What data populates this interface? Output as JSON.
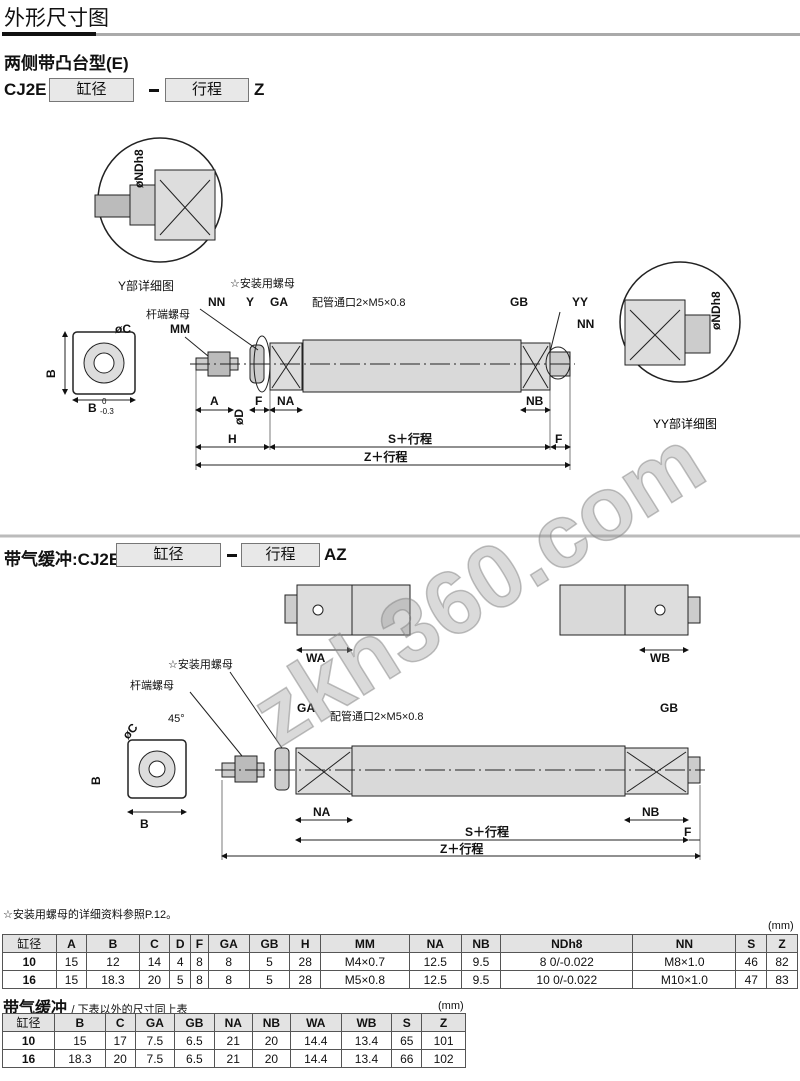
{
  "header": {
    "title": "外形尺寸图",
    "subtitle": "两侧带凸台型(E)"
  },
  "model_e": {
    "prefix": "CJ2E",
    "bore": "缸径",
    "dash": "−",
    "stroke": "行程",
    "suffix": "Z"
  },
  "drawing_e": {
    "y_detail": "Y部详细图",
    "yy_detail": "YY部详细图",
    "ndh8": "øNDh8",
    "mount_nut": "☆安装用螺母",
    "rod_nut": "杆端螺母",
    "port": "配管通口2×M5×0.8",
    "labels": {
      "NN": "NN",
      "Y": "Y",
      "GA": "GA",
      "MM": "MM",
      "GB": "GB",
      "YY": "YY",
      "A": "A",
      "F": "F",
      "NA": "NA",
      "NB": "NB",
      "D": "øD",
      "H": "H",
      "S": "S＋行程",
      "Z": "Z＋行程",
      "C": "øC",
      "B": "B",
      "tol": "0",
      "tol2": "-0.3"
    }
  },
  "model_az": {
    "prefix": "带气缓冲:CJ2E",
    "bore": "缸径",
    "dash": "−",
    "stroke": "行程",
    "suffix": "AZ"
  },
  "drawing_az": {
    "WA": "WA",
    "WB": "WB",
    "angle": "45°"
  },
  "watermark": "zkh360.com",
  "footnote": "☆安装用螺母的详细资料参照P.12。",
  "unit": "(mm)",
  "table1": {
    "headers": [
      "缸径",
      "A",
      "B",
      "C",
      "D",
      "F",
      "GA",
      "GB",
      "H",
      "MM",
      "NA",
      "NB",
      "NDh8",
      "NN",
      "S",
      "Z"
    ],
    "rows": [
      [
        "10",
        "15",
        "12",
        "14",
        "4",
        "8",
        "8",
        "5",
        "28",
        "M4×0.7",
        "12.5",
        "9.5",
        "8 0/-0.022",
        "M8×1.0",
        "46",
        "82"
      ],
      [
        "16",
        "15",
        "18.3",
        "20",
        "5",
        "8",
        "8",
        "5",
        "28",
        "M5×0.8",
        "12.5",
        "9.5",
        "10 0/-0.022",
        "M10×1.0",
        "47",
        "83"
      ]
    ]
  },
  "table2": {
    "title": "带气缓冲",
    "subtitle": "/ 下表以外的尺寸同上表",
    "headers": [
      "缸径",
      "B",
      "C",
      "GA",
      "GB",
      "NA",
      "NB",
      "WA",
      "WB",
      "S",
      "Z"
    ],
    "rows": [
      [
        "10",
        "15",
        "17",
        "7.5",
        "6.5",
        "21",
        "20",
        "14.4",
        "13.4",
        "65",
        "101"
      ],
      [
        "16",
        "18.3",
        "20",
        "7.5",
        "6.5",
        "21",
        "20",
        "14.4",
        "13.4",
        "66",
        "102"
      ]
    ]
  }
}
